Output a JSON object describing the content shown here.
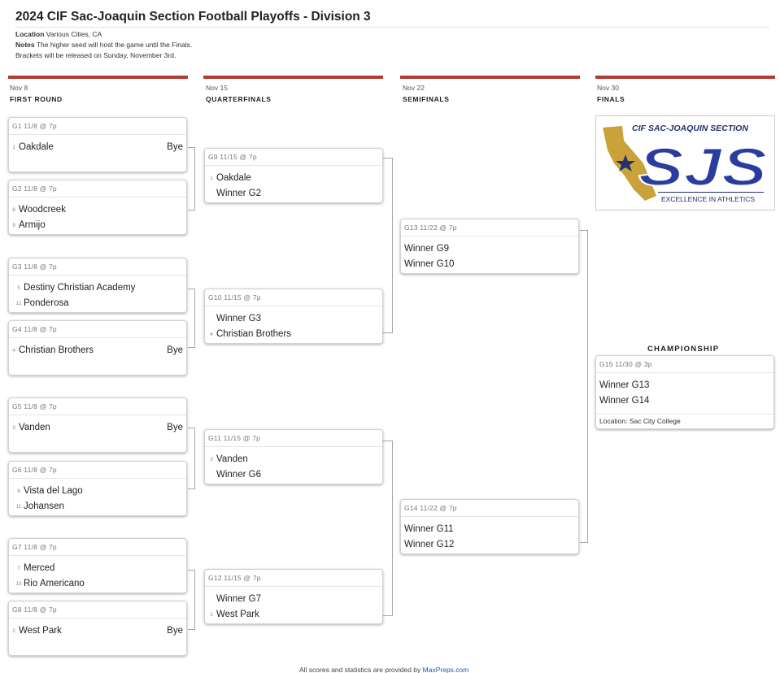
{
  "header": {
    "title": "2024 CIF Sac-Joaquin Section Football Playoffs - Division 3",
    "location_label": "Location",
    "location_value": "Various Cities, CA",
    "notes_label": "Notes",
    "notes_value": "The higher seed will host the game until the Finals.",
    "notes_line2": "Brackets will be released on Sunday, November 3rd."
  },
  "rounds": [
    {
      "date": "Nov 8",
      "name": "FIRST ROUND"
    },
    {
      "date": "Nov 15",
      "name": "QUARTERFINALS"
    },
    {
      "date": "Nov 22",
      "name": "SEMIFINALS"
    },
    {
      "date": "Nov 30",
      "name": "FINALS"
    }
  ],
  "colors": {
    "accent": "#b33a34",
    "logo_gold": "#c9a23a",
    "logo_navy": "#24306e",
    "logo_blue": "#2a3c9e",
    "link": "#1f58b4"
  },
  "games": {
    "g1": {
      "head": "G1 11/8 @ 7p",
      "t1_seed": "1",
      "t1": "Oakdale",
      "t1_extra": "Bye",
      "t2_seed": "",
      "t2": ""
    },
    "g2": {
      "head": "G2 11/8 @ 7p",
      "t1_seed": "8",
      "t1": "Woodcreek",
      "t2_seed": "9",
      "t2": "Armijo"
    },
    "g3": {
      "head": "G3 11/8 @ 7p",
      "t1_seed": "5",
      "t1": "Destiny Christian Academy",
      "t2_seed": "12",
      "t2": "Ponderosa"
    },
    "g4": {
      "head": "G4 11/8 @ 7p",
      "t1_seed": "4",
      "t1": "Christian Brothers",
      "t1_extra": "Bye",
      "t2_seed": "",
      "t2": ""
    },
    "g5": {
      "head": "G5 11/8 @ 7p",
      "t1_seed": "3",
      "t1": "Vanden",
      "t1_extra": "Bye",
      "t2_seed": "",
      "t2": ""
    },
    "g6": {
      "head": "G6 11/8 @ 7p",
      "t1_seed": "6",
      "t1": "Vista del Lago",
      "t2_seed": "11",
      "t2": "Johansen"
    },
    "g7": {
      "head": "G7 11/8 @ 7p",
      "t1_seed": "7",
      "t1": "Merced",
      "t2_seed": "10",
      "t2": "Rio Americano"
    },
    "g8": {
      "head": "G8 11/8 @ 7p",
      "t1_seed": "2",
      "t1": "West Park",
      "t1_extra": "Bye",
      "t2_seed": "",
      "t2": ""
    },
    "g9": {
      "head": "G9 11/15 @ 7p",
      "t1_seed": "1",
      "t1": "Oakdale",
      "t2_seed": "",
      "t2": "Winner G2"
    },
    "g10": {
      "head": "G10 11/15 @ 7p",
      "t1_seed": "",
      "t1": "Winner G3",
      "t2_seed": "4",
      "t2": "Christian Brothers"
    },
    "g11": {
      "head": "G11 11/15 @ 7p",
      "t1_seed": "3",
      "t1": "Vanden",
      "t2_seed": "",
      "t2": "Winner G6"
    },
    "g12": {
      "head": "G12 11/15 @ 7p",
      "t1_seed": "",
      "t1": "Winner G7",
      "t2_seed": "2",
      "t2": "West Park"
    },
    "g13": {
      "head": "G13 11/22 @ 7p",
      "t1_seed": "",
      "t1": "Winner G9",
      "t2_seed": "",
      "t2": "Winner G10"
    },
    "g14": {
      "head": "G14 11/22 @ 7p",
      "t1_seed": "",
      "t1": "Winner G11",
      "t2_seed": "",
      "t2": "Winner G12"
    },
    "g15": {
      "head": "G15 11/30 @ 3p",
      "t1_seed": "",
      "t1": "Winner G13",
      "t2_seed": "",
      "t2": "Winner G14",
      "footer": "Location: Sac City College"
    }
  },
  "championship_label": "CHAMPIONSHIP",
  "logo": {
    "line1": "CIF SAC-JOAQUIN SECTION",
    "mark": "SJS",
    "tagline": "EXCELLENCE IN ATHLETICS"
  },
  "footer": {
    "text": "All scores and statistics are provided by ",
    "link": "MaxPreps.com"
  }
}
